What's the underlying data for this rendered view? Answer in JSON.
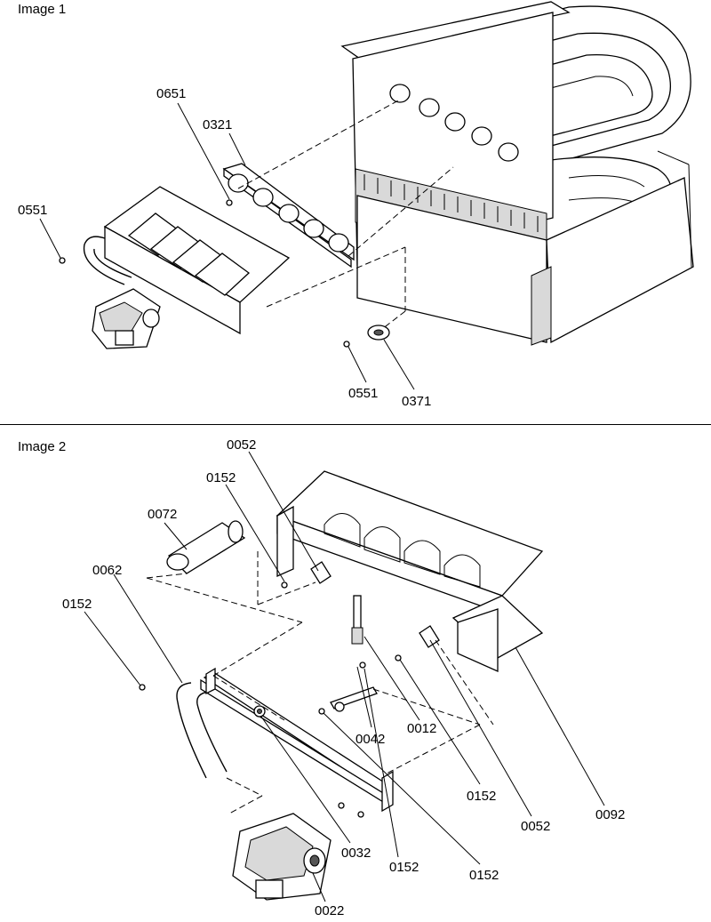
{
  "panels": [
    {
      "title": "Image 1"
    },
    {
      "title": "Image 2"
    }
  ],
  "image1_callouts": {
    "c0651": "0651",
    "c0321": "0321",
    "c0551a": "0551",
    "c0551b": "0551",
    "c0371": "0371"
  },
  "image2_callouts": {
    "c0052a": "0052",
    "c0152a": "0152",
    "c0072": "0072",
    "c0062": "0062",
    "c0152b": "0152",
    "c0042": "0042",
    "c0012": "0012",
    "c0152c": "0152",
    "c0052b": "0052",
    "c0092": "0092",
    "c0032": "0032",
    "c0152d": "0152",
    "c0152e": "0152",
    "c0022": "0022"
  }
}
